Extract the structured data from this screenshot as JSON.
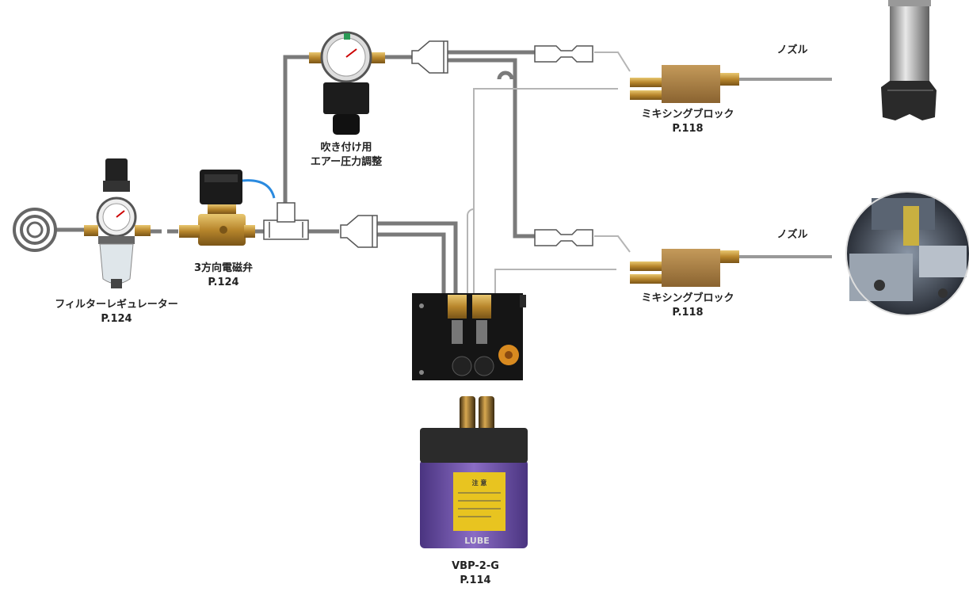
{
  "labels": {
    "filter_regulator": {
      "name": "フィルターレギュレーター",
      "page": "P.124"
    },
    "solenoid_valve": {
      "name": "3方向電磁弁",
      "page": "P.124"
    },
    "air_regulator": {
      "name_line1": "吹き付け用",
      "name_line2": "エアー圧力調整"
    },
    "mixing_block_1": {
      "name": "ミキシングブロック",
      "page": "P.118"
    },
    "mixing_block_2": {
      "name": "ミキシングブロック",
      "page": "P.118"
    },
    "nozzle_1": "ノズル",
    "nozzle_2": "ノズル",
    "pump": {
      "name": "VBP-2-G",
      "page": "P.114"
    }
  },
  "pump_panel": {
    "brand": "LUBE",
    "warning": "注 意"
  },
  "colors": {
    "air_line": "#7a7a7a",
    "oil_line": "#b8b8b8",
    "brass": "#c9a24a",
    "tank": "#6b4fa0",
    "panel": "#111111"
  }
}
